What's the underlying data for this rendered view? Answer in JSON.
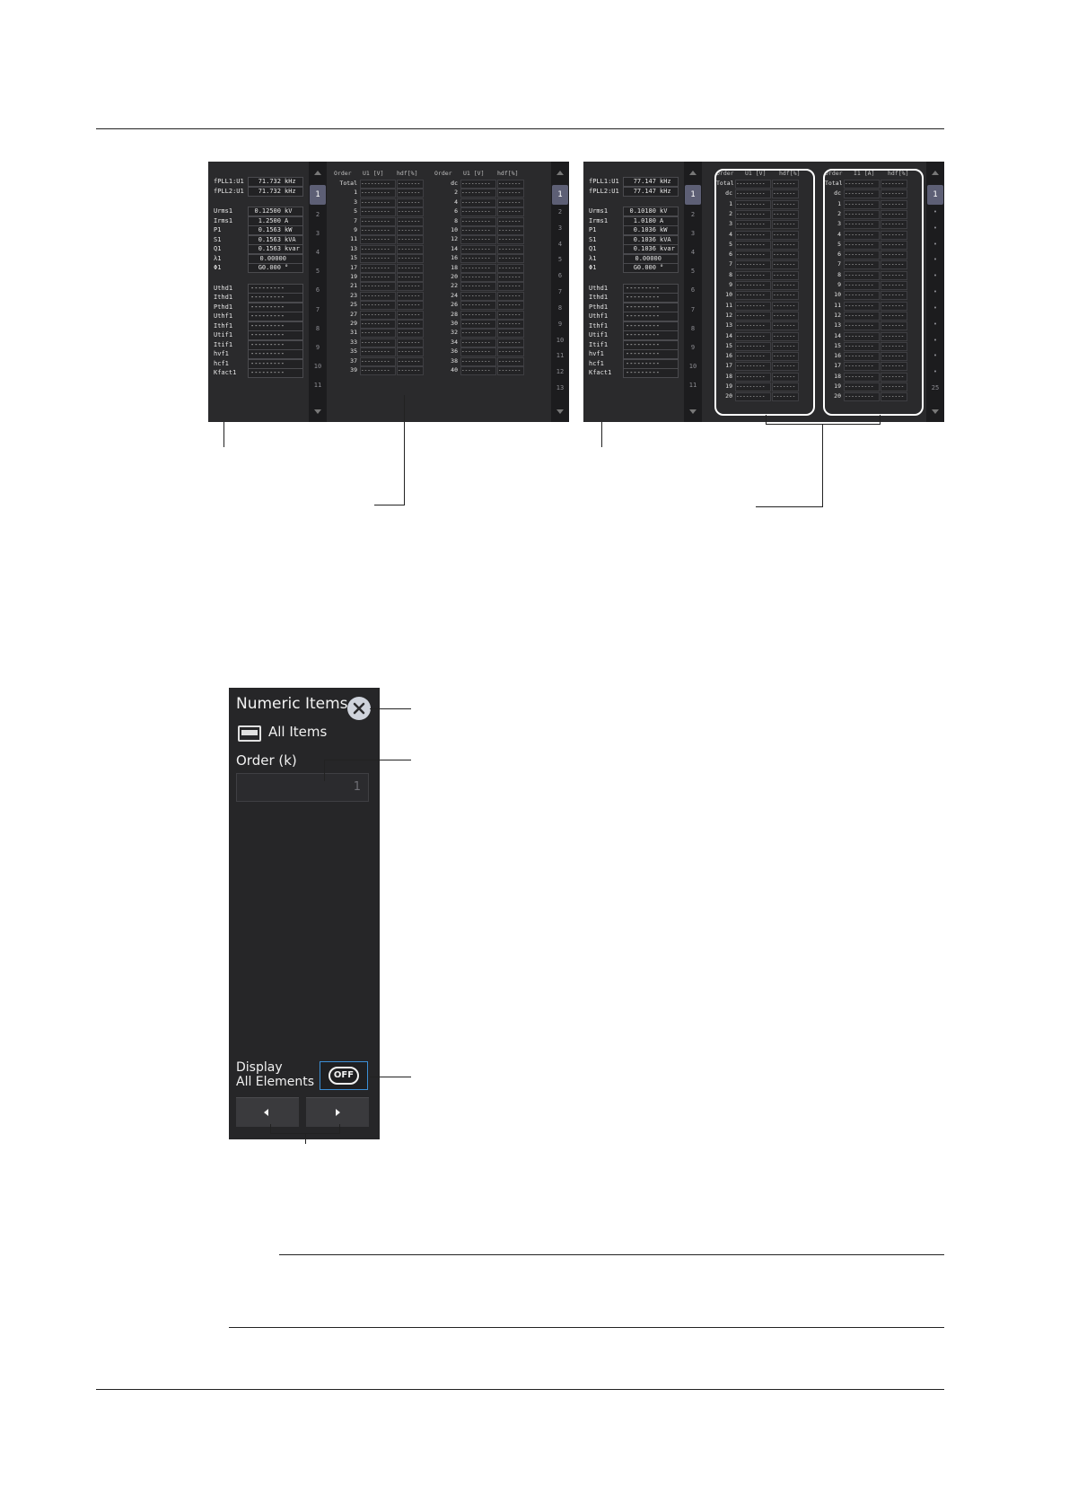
{
  "screen1": {
    "meas": [
      {
        "label": "fPLL1:U1",
        "value": "71.732",
        "unit": "kHz"
      },
      {
        "label": "fPLL2:U1",
        "value": "71.732",
        "unit": "kHz"
      },
      {
        "label": "Urms1",
        "value": "0.12500",
        "unit": "kV"
      },
      {
        "label": "Irms1",
        "value": "1.2500",
        "unit": "A"
      },
      {
        "label": "P1",
        "value": "0.1563",
        "unit": "kW"
      },
      {
        "label": "S1",
        "value": "0.1563",
        "unit": "kVA"
      },
      {
        "label": "Q1",
        "value": "0.1563",
        "unit": "kvar"
      },
      {
        "label": "λ1",
        "value": "0.00000",
        "unit": ""
      },
      {
        "label": "Φ1",
        "value": "G0.000",
        "unit": "°"
      },
      {
        "label": "Uthd1",
        "value": "---------",
        "unit": ""
      },
      {
        "label": "Ithd1",
        "value": "---------",
        "unit": ""
      },
      {
        "label": "Pthd1",
        "value": "---------",
        "unit": ""
      },
      {
        "label": "Uthf1",
        "value": "---------",
        "unit": ""
      },
      {
        "label": "Ithf1",
        "value": "---------",
        "unit": ""
      },
      {
        "label": "Utif1",
        "value": "---------",
        "unit": ""
      },
      {
        "label": "Itif1",
        "value": "---------",
        "unit": ""
      },
      {
        "label": "hvf1",
        "value": "---------",
        "unit": ""
      },
      {
        "label": "hcf1",
        "value": "---------",
        "unit": ""
      },
      {
        "label": "Kfact1",
        "value": "---------",
        "unit": ""
      }
    ],
    "pages_left": [
      "1",
      "2",
      "3",
      "4",
      "5",
      "6",
      "7",
      "8",
      "9",
      "10",
      "11"
    ],
    "table_headers": [
      "Order",
      "U1 [V]",
      "hdf[%]"
    ],
    "orders_a": [
      "Total",
      "1",
      "3",
      "5",
      "7",
      "9",
      "11",
      "13",
      "15",
      "17",
      "19",
      "21",
      "23",
      "25",
      "27",
      "29",
      "31",
      "33",
      "35",
      "37",
      "39"
    ],
    "orders_b": [
      "dc",
      "2",
      "4",
      "6",
      "8",
      "10",
      "12",
      "14",
      "16",
      "18",
      "20",
      "22",
      "24",
      "26",
      "28",
      "30",
      "32",
      "34",
      "36",
      "38",
      "40"
    ],
    "pages_right": [
      "1",
      "2",
      "3",
      "4",
      "5",
      "6",
      "7",
      "8",
      "9",
      "10",
      "11",
      "12",
      "13"
    ],
    "dash_value": "---------",
    "dash_short": "-------"
  },
  "screen2": {
    "meas": [
      {
        "label": "fPLL1:U1",
        "value": "77.147",
        "unit": "kHz"
      },
      {
        "label": "fPLL2:U1",
        "value": "77.147",
        "unit": "kHz"
      },
      {
        "label": "Urms1",
        "value": "0.10180",
        "unit": "kV"
      },
      {
        "label": "Irms1",
        "value": "1.0180",
        "unit": "A"
      },
      {
        "label": "P1",
        "value": "0.1036",
        "unit": "kW"
      },
      {
        "label": "S1",
        "value": "0.1036",
        "unit": "kVA"
      },
      {
        "label": "Q1",
        "value": "0.1036",
        "unit": "kvar"
      },
      {
        "label": "λ1",
        "value": "0.00000",
        "unit": ""
      },
      {
        "label": "Φ1",
        "value": "G0.000",
        "unit": "°"
      },
      {
        "label": "Uthd1",
        "value": "---------",
        "unit": ""
      },
      {
        "label": "Ithd1",
        "value": "---------",
        "unit": ""
      },
      {
        "label": "Pthd1",
        "value": "---------",
        "unit": ""
      },
      {
        "label": "Uthf1",
        "value": "---------",
        "unit": ""
      },
      {
        "label": "Ithf1",
        "value": "---------",
        "unit": ""
      },
      {
        "label": "Utif1",
        "value": "---------",
        "unit": ""
      },
      {
        "label": "Itif1",
        "value": "---------",
        "unit": ""
      },
      {
        "label": "hvf1",
        "value": "---------",
        "unit": ""
      },
      {
        "label": "hcf1",
        "value": "---------",
        "unit": ""
      },
      {
        "label": "Kfact1",
        "value": "---------",
        "unit": ""
      }
    ],
    "pages_left": [
      "1",
      "2",
      "3",
      "4",
      "5",
      "6",
      "7",
      "8",
      "9",
      "10",
      "11"
    ],
    "headers_u": [
      "Order",
      "U1 [V]",
      "hdf[%]"
    ],
    "headers_i": [
      "Order",
      "I1 [A]",
      "hdf[%]"
    ],
    "orders": [
      "Total",
      "dc",
      "1",
      "2",
      "3",
      "4",
      "5",
      "6",
      "7",
      "8",
      "9",
      "10",
      "11",
      "12",
      "13",
      "14",
      "15",
      "16",
      "17",
      "18",
      "19",
      "20"
    ],
    "pages_right": [
      "1",
      "•",
      "•",
      "•",
      "•",
      "•",
      "•",
      "•",
      "•",
      "•",
      "•",
      "•",
      "25"
    ]
  },
  "panel": {
    "title": "Numeric Items",
    "all_items_label": "All Items",
    "order_label": "Order (k)",
    "order_value": "1",
    "display_label_1": "Display",
    "display_label_2": "All Elements",
    "toggle_value": "OFF"
  }
}
